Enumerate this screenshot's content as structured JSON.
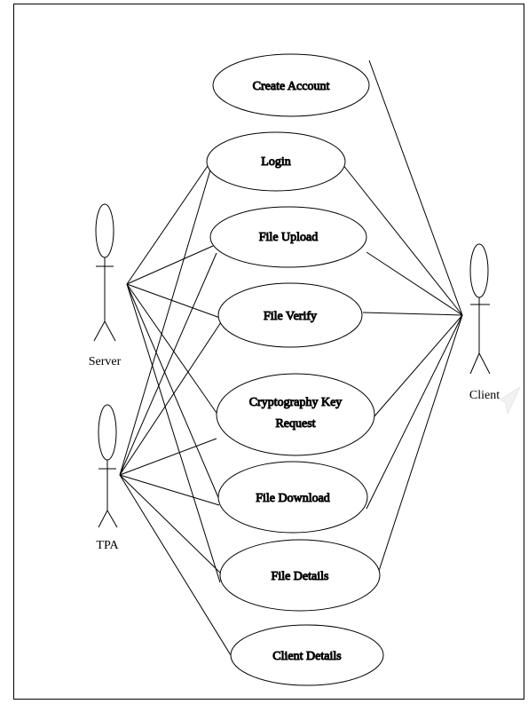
{
  "actors": {
    "server": "Server",
    "tpa": "TPA",
    "client": "Client"
  },
  "use_cases": {
    "create_account": "Create Account",
    "login": "Login",
    "file_upload": "File Upload",
    "file_verify": "File Verify",
    "crypto_key_line1": "Cryptography Key",
    "crypto_key_line2": "Request",
    "file_download": "File Download",
    "file_details": "File Details",
    "client_details": "Client Details"
  },
  "connections": [
    [
      "server",
      "login"
    ],
    [
      "server",
      "file_upload"
    ],
    [
      "server",
      "file_verify"
    ],
    [
      "server",
      "crypto_key"
    ],
    [
      "server",
      "file_download"
    ],
    [
      "server",
      "file_details"
    ],
    [
      "tpa",
      "login"
    ],
    [
      "tpa",
      "file_upload"
    ],
    [
      "tpa",
      "file_verify"
    ],
    [
      "tpa",
      "crypto_key"
    ],
    [
      "tpa",
      "file_download"
    ],
    [
      "tpa",
      "file_details"
    ],
    [
      "tpa",
      "client_details"
    ],
    [
      "client",
      "create_account"
    ],
    [
      "client",
      "login"
    ],
    [
      "client",
      "file_upload"
    ],
    [
      "client",
      "file_verify"
    ],
    [
      "client",
      "crypto_key"
    ],
    [
      "client",
      "file_download"
    ],
    [
      "client",
      "file_details"
    ]
  ]
}
